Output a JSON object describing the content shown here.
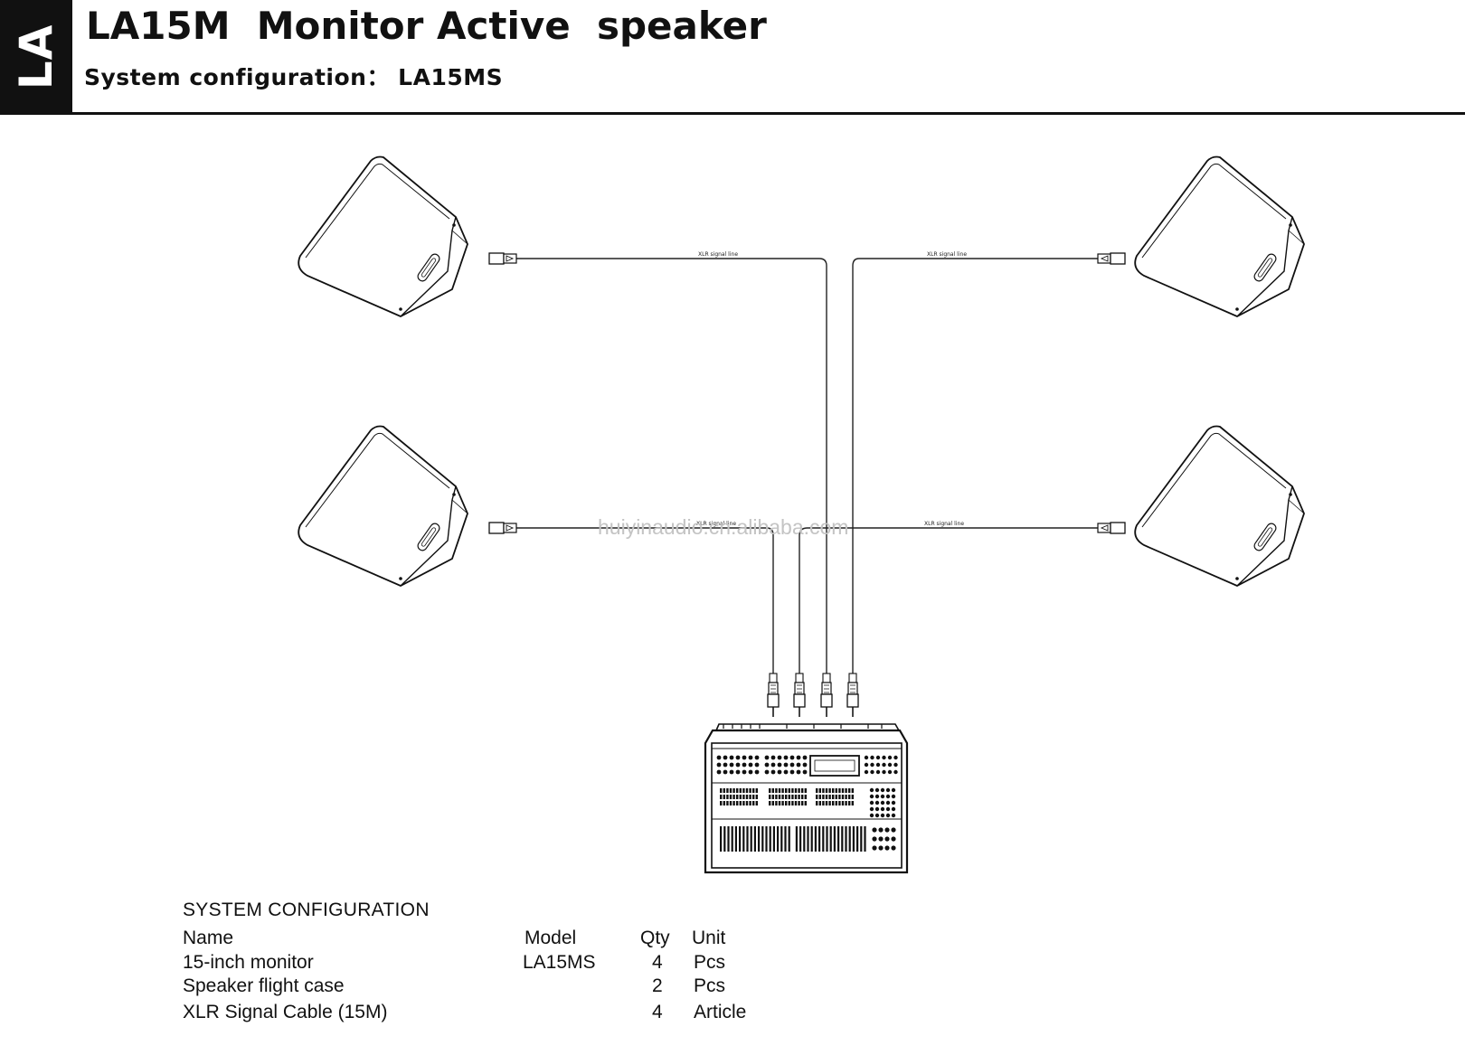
{
  "header": {
    "side_tab": "LA",
    "title": "LA15M  Monitor Active  speaker",
    "subtitle": "System configuration： LA15MS"
  },
  "diagram": {
    "cable_label": "XLR signal line",
    "watermark": "huiyinaudio.cn.alibaba.com",
    "speaker_count": 4,
    "mixer_output_count": 4
  },
  "config": {
    "heading": "SYSTEM CONFIGURATION",
    "columns": [
      "Name",
      "Model",
      "Qty",
      "Unit"
    ],
    "rows": [
      {
        "name": "15-inch monitor",
        "model": "LA15MS",
        "qty": "4",
        "unit": "Pcs"
      },
      {
        "name": "Speaker flight case",
        "model": "",
        "qty": "2",
        "unit": "Pcs"
      },
      {
        "name": "XLR Signal Cable (15M)",
        "model": "",
        "qty": "4",
        "unit": "Article"
      }
    ]
  }
}
